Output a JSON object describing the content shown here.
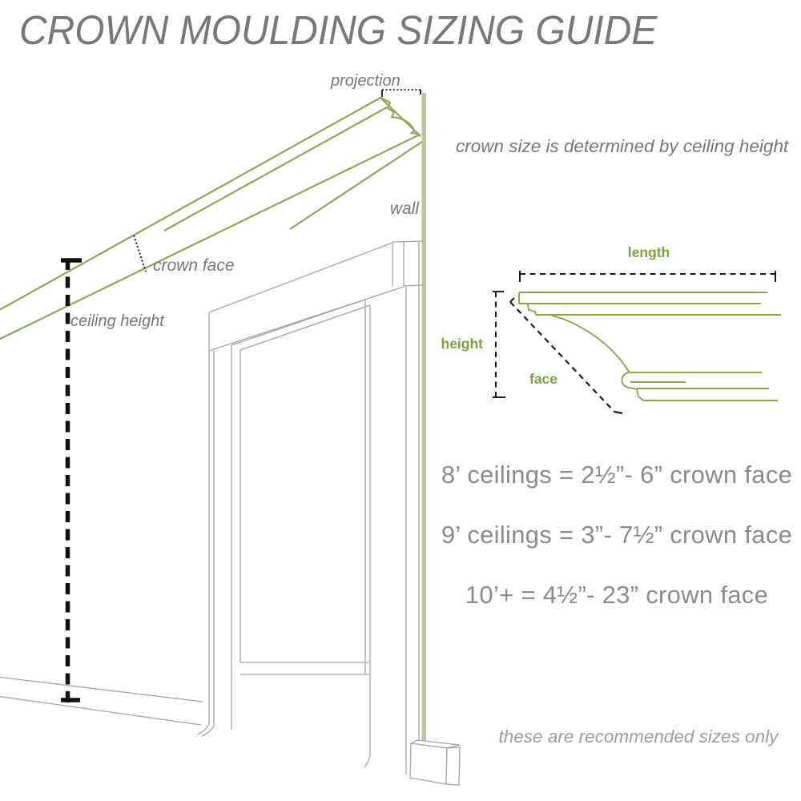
{
  "title": "CROWN MOULDING SIZING GUIDE",
  "subtitle": "crown size is determined by ceiling height",
  "footnote": "these are recommended sizes only",
  "scene_labels": {
    "projection": "projection",
    "wall": "wall",
    "crown_face": "crown face",
    "ceiling_height": "ceiling height"
  },
  "detail_labels": {
    "length": "length",
    "height": "height",
    "face": "face"
  },
  "sizing_rules": [
    {
      "rule": "8’ ceilings = 2½”- 6” crown face"
    },
    {
      "rule": "9’ ceilings = 3”- 7½” crown face"
    },
    {
      "rule": "10’+ = 4½”- 23” crown face"
    }
  ],
  "colors": {
    "label_green": "#7ba23f",
    "moulding_line_green": "#8da34f",
    "perspective_green": "#8ea757",
    "wall_fill": "#bdc69b",
    "title_gray": "#76787b",
    "label_gray": "#75777a",
    "rule_gray": "#8a8b8d",
    "measure_black": "#1a1a1a"
  }
}
